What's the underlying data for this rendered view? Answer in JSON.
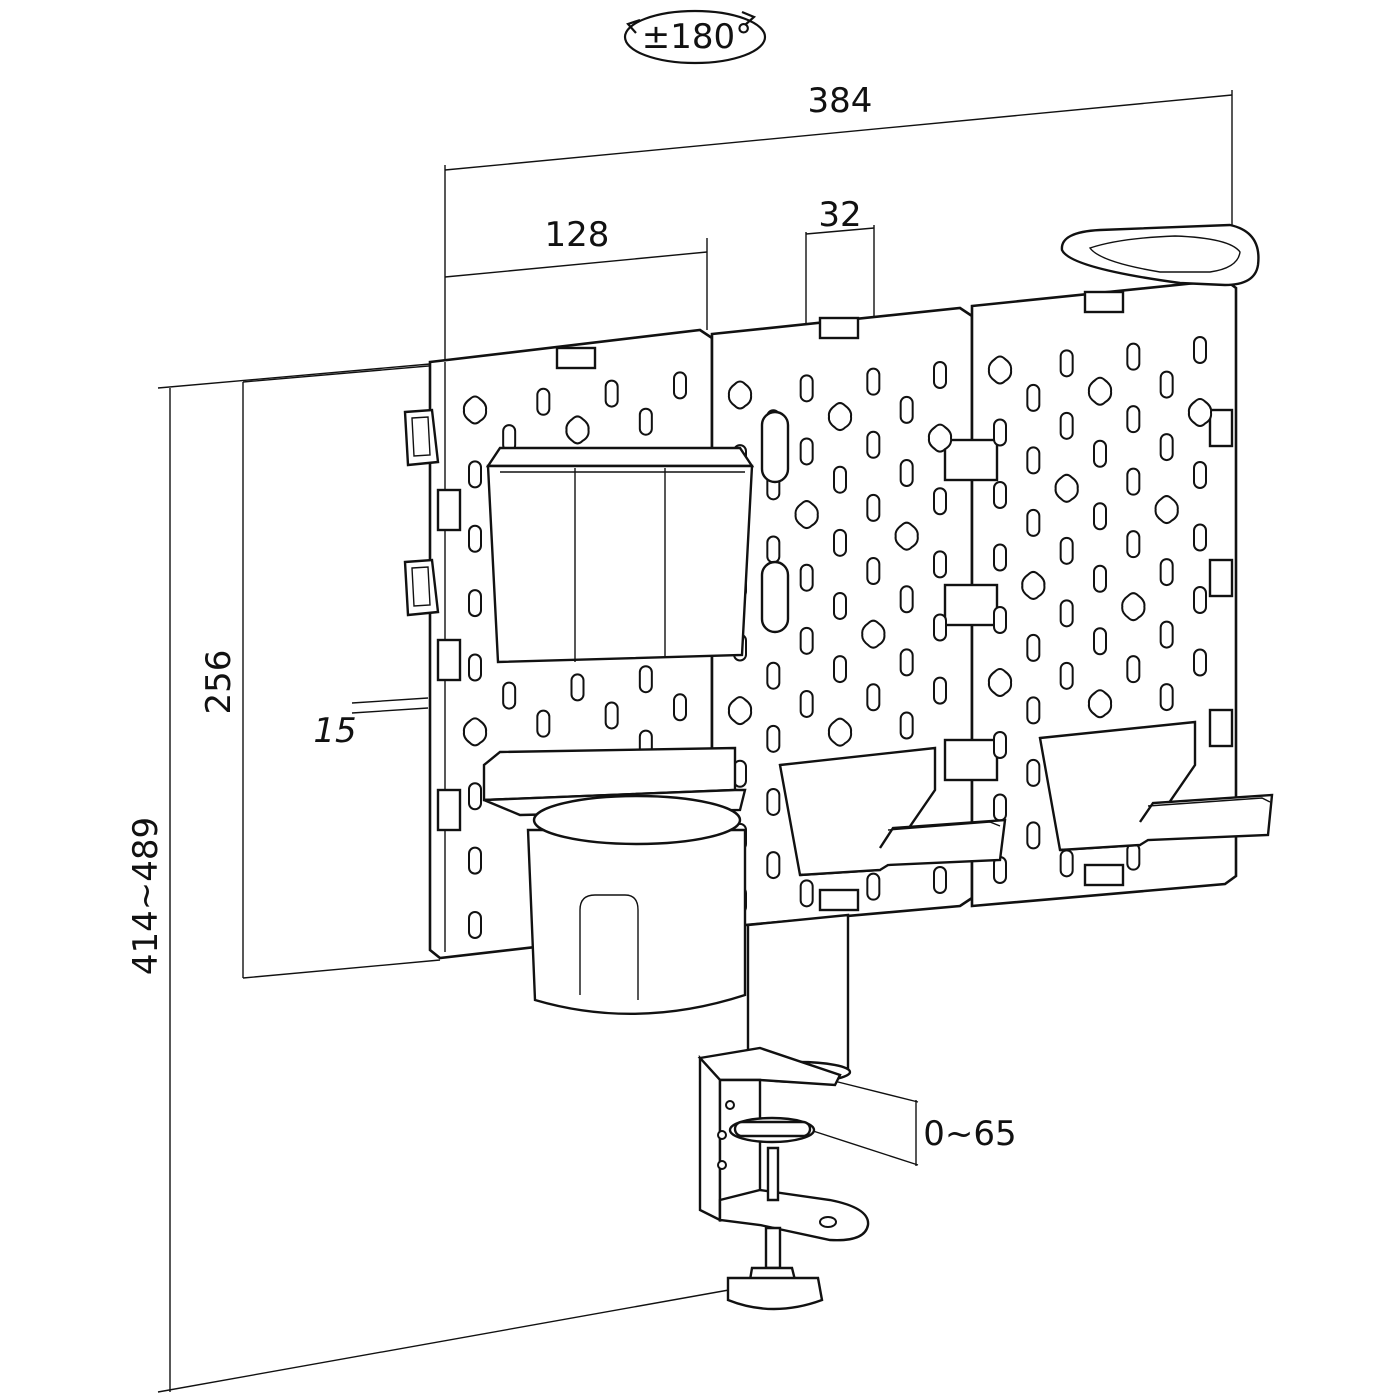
{
  "dimensions": {
    "rotation": "±180°",
    "overall_width": "384",
    "panel_width": "128",
    "hole_pitch": "32",
    "panel_height": "256",
    "panel_thickness": "15",
    "total_height": "414~489",
    "clamp_range": "0~65"
  },
  "colors": {
    "line": "#111111",
    "background": "#ffffff"
  }
}
